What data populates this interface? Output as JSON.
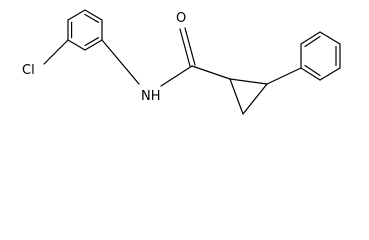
{
  "molecule": {
    "atom_labels": {
      "cl": "Cl",
      "nh": "NH",
      "o": "O"
    },
    "colors": {
      "bond": "#000000",
      "label": "#000000",
      "background": "#ffffff"
    }
  }
}
